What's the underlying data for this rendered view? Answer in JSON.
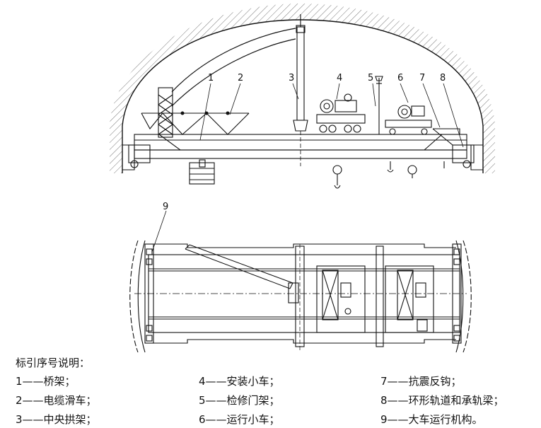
{
  "callouts": [
    "1",
    "2",
    "3",
    "4",
    "5",
    "6",
    "7",
    "8",
    "9"
  ],
  "legend": {
    "title": "标引序号说明：",
    "items": [
      {
        "num": "1",
        "dash": "——",
        "text": "桥架；"
      },
      {
        "num": "2",
        "dash": "——",
        "text": "电缆滑车；"
      },
      {
        "num": "3",
        "dash": "——",
        "text": "中央拱架；"
      },
      {
        "num": "4",
        "dash": "——",
        "text": "安装小车；"
      },
      {
        "num": "5",
        "dash": "——",
        "text": "检修门架；"
      },
      {
        "num": "6",
        "dash": "——",
        "text": "运行小车；"
      },
      {
        "num": "7",
        "dash": "——",
        "text": "抗震反钩；"
      },
      {
        "num": "8",
        "dash": "——",
        "text": "环形轨道和承轨梁；"
      },
      {
        "num": "9",
        "dash": "——",
        "text": "大车运行机构。"
      }
    ]
  }
}
